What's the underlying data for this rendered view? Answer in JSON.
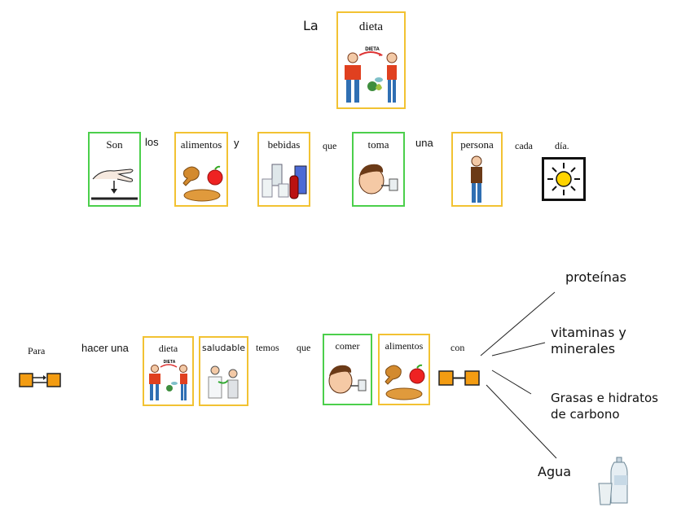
{
  "title": {
    "word": "La",
    "card_label": "dieta",
    "inner_tag": "DIETA"
  },
  "sentence1": {
    "cards": {
      "son": "Son",
      "alimentos": "alimentos",
      "bebidas": "bebidas",
      "toma": "toma",
      "persona": "persona"
    },
    "words": {
      "los": "los",
      "y": "y",
      "que": "que",
      "una": "una",
      "cada": "cada",
      "dia": "día."
    }
  },
  "sentence2": {
    "words": {
      "para": "Para",
      "hacer_una": "hacer una",
      "temos": "temos",
      "que": "que",
      "con": "con"
    },
    "cards": {
      "dieta": "dieta",
      "saludable": "saludable",
      "comer": "comer",
      "alimentos": "alimentos"
    }
  },
  "branches": {
    "proteinas": "proteínas",
    "vitaminas": "vitaminas y\nminerales",
    "grasas": "Grasas e hidratos\nde carbono",
    "agua": "Agua"
  },
  "colors": {
    "yellow_border": "#f2c232",
    "green_border": "#4bcf4b",
    "orange": "#f39c12"
  }
}
